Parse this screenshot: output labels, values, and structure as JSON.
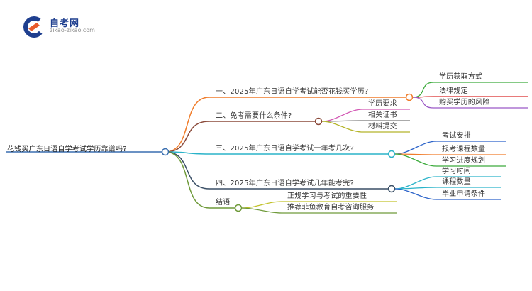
{
  "logo": {
    "name": "自考网",
    "domain": "zikao-zikao.com",
    "colors": {
      "primary": "#1f3f8f",
      "accent": "#e85a2a"
    }
  },
  "mindmap": {
    "root": "花钱买广东日语自学考试学历靠谱吗?",
    "branches": [
      {
        "label": "一、2025年广东日语自学考试能否花钱买学历?",
        "color": "#f07c2a",
        "children": [
          {
            "label": "学历获取方式",
            "color": "#3cab3c"
          },
          {
            "label": "法律规定",
            "color": "#d92b2b"
          },
          {
            "label": "购买学历的风险",
            "color": "#9b59c6"
          }
        ]
      },
      {
        "label": "二、免考需要什么条件?",
        "color": "#8b4a3a",
        "children": [
          {
            "label": "学历要求",
            "color": "#d35ab5"
          },
          {
            "label": "相关证书",
            "color": "#777777"
          },
          {
            "label": "材料提交",
            "color": "#b5b52a"
          }
        ]
      },
      {
        "label": "三、2025年广东日语自学考试一年考几次?",
        "color": "#2ab3c9",
        "children": [
          {
            "label": "考试安排",
            "color": "#2a62c9"
          },
          {
            "label": "报考课程数量",
            "color": "#f07c2a"
          },
          {
            "label": "学习进度规划",
            "color": "#3cab3c"
          }
        ]
      },
      {
        "label": "四、2025年广东日语自学考试几年能考完?",
        "color": "#3a4f66",
        "children": [
          {
            "label": "学习时间",
            "color": "#2ab3c9"
          },
          {
            "label": "课程数量",
            "color": "#2ab3c9"
          },
          {
            "label": "毕业申请条件",
            "color": "#2a62c9"
          }
        ]
      },
      {
        "label": "结语",
        "color": "#6f9a3a",
        "children": [
          {
            "label": "正规学习与考试的重要性",
            "color": "#c2c22a"
          },
          {
            "label": "推荐菲鱼教育自考咨询服务",
            "color": "#6f9a3a"
          }
        ]
      }
    ]
  }
}
